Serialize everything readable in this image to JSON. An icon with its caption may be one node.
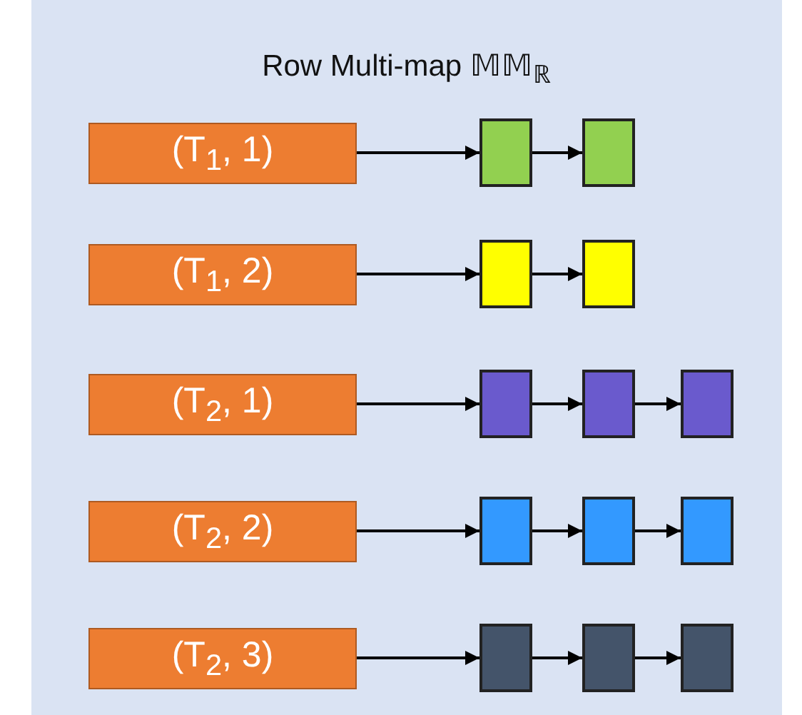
{
  "diagram": {
    "title": "Row Multi-map 𝕄𝕄$_{ℝ}$",
    "nodes": [
      {
        "text": [
          "(T$_{1}$, 1)"
        ]
      },
      {
        "text": [],
        "shape": "box"
      },
      {
        "text": [],
        "shape": "box"
      },
      {
        "text": [
          "(T$_{1}$, 2)"
        ]
      },
      {
        "text": [],
        "shape": "box"
      },
      {
        "text": [],
        "shape": "box"
      },
      {
        "text": [
          "(T$_{2}$, 1)"
        ]
      },
      {
        "text": [],
        "shape": "box"
      },
      {
        "text": [],
        "shape": "box"
      },
      {
        "text": [],
        "shape": "box"
      },
      {
        "text": [
          "(T$_{2}$, 2)"
        ]
      },
      {
        "text": [],
        "shape": "box"
      },
      {
        "text": [],
        "shape": "box"
      },
      {
        "text": [],
        "shape": "box"
      },
      {
        "text": [
          "(T$_{2}$, 3)"
        ]
      },
      {
        "text": [],
        "shape": "box"
      },
      {
        "text": [],
        "shape": "box"
      },
      {
        "text": [],
        "shape": "box"
      }
    ],
    "edges": [
      {
        "from": 0,
        "to": 1,
        "arrow": "to"
      },
      {
        "from": 1,
        "to": 2,
        "arrow": "to"
      },
      {
        "from": 3,
        "to": 4,
        "arrow": "to"
      },
      {
        "from": 4,
        "to": 5,
        "arrow": "to"
      },
      {
        "from": 6,
        "to": 7,
        "arrow": "to"
      },
      {
        "from": 7,
        "to": 8,
        "arrow": "to"
      },
      {
        "from": 8,
        "to": 9,
        "arrow": "to"
      },
      {
        "from": 10,
        "to": 11,
        "arrow": "to"
      },
      {
        "from": 11,
        "to": 12,
        "arrow": "to"
      },
      {
        "from": 12,
        "to": 13,
        "arrow": "to"
      },
      {
        "from": 14,
        "to": 15,
        "arrow": "to"
      },
      {
        "from": 15,
        "to": 16,
        "arrow": "to"
      },
      {
        "from": 16,
        "to": 17,
        "arrow": "to"
      }
    ]
  }
}
